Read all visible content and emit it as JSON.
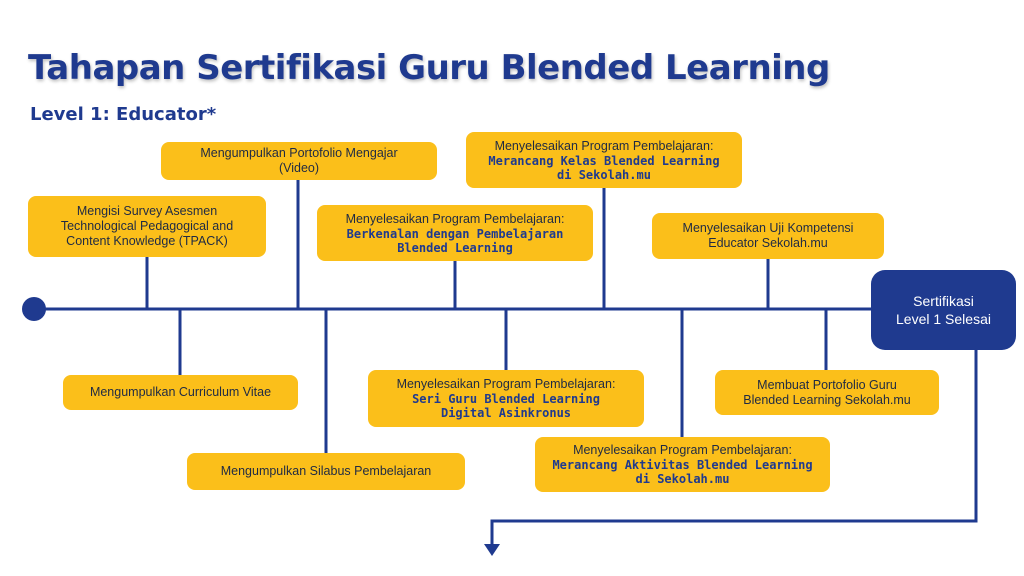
{
  "title": "Tahapan Sertifikasi Guru Blended Learning",
  "subtitle": "Level 1: Educator*",
  "colors": {
    "primary": "#1f3a8f",
    "box": "#fbbf1a",
    "text": "#1f2a44"
  },
  "steps": {
    "survey": [
      "Mengisi Survey Asesmen",
      "Technological Pedagogical and",
      "Content Knowledge (TPACK)"
    ],
    "cv": [
      "Mengumpulkan Curriculum Vitae"
    ],
    "portfolio_video": [
      "Mengumpulkan Portofolio Mengajar",
      "(Video)"
    ],
    "silabus": [
      "Mengumpulkan Silabus Pembelajaran"
    ],
    "berkenalan": {
      "intro": "Menyelesaikan Program Pembelajaran:",
      "program": [
        "Berkenalan dengan Pembelajaran",
        "Blended Learning"
      ]
    },
    "seri_guru": {
      "intro": "Menyelesaikan Program Pembelajaran:",
      "program": [
        "Seri Guru Blended Learning",
        "Digital Asinkronus"
      ]
    },
    "kelas": {
      "intro": "Menyelesaikan Program Pembelajaran:",
      "program": [
        "Merancang Kelas Blended Learning",
        "di Sekolah.mu"
      ]
    },
    "aktivitas": {
      "intro": "Menyelesaikan Program Pembelajaran:",
      "program": [
        "Merancang Aktivitas Blended Learning",
        "di Sekolah.mu"
      ]
    },
    "uji": [
      "Menyelesaikan Uji Kompetensi",
      "Educator Sekolah.mu"
    ],
    "portofolio_guru": [
      "Membuat Portofolio Guru",
      "Blended Learning Sekolah.mu"
    ]
  },
  "final": [
    "Sertifikasi",
    "Level 1 Selesai"
  ]
}
